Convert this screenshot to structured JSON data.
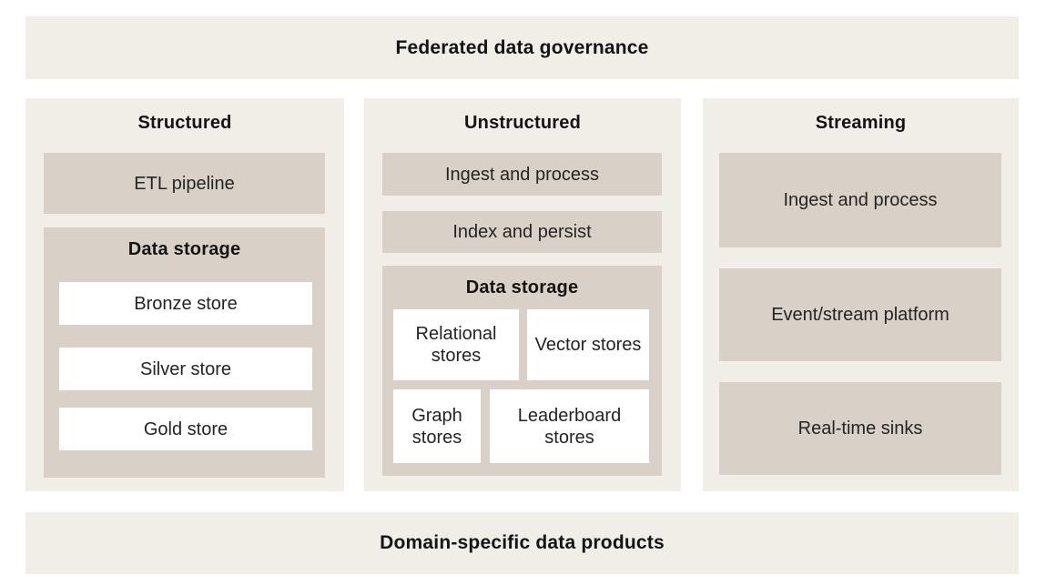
{
  "colors": {
    "page_background": "#ffffff",
    "panel_background": "#f1ede7",
    "box_background": "#d9d1c7",
    "inner_box_background": "#ffffff",
    "text": "#242424",
    "heading_text": "#141414"
  },
  "banners": {
    "top": "Federated data governance",
    "bottom": "Domain-specific data products"
  },
  "columns": {
    "structured": {
      "title": "Structured",
      "etl": "ETL pipeline",
      "storage_title": "Data storage",
      "stores": [
        "Bronze store",
        "Silver store",
        "Gold store"
      ]
    },
    "unstructured": {
      "title": "Unstructured",
      "ingest": "Ingest and process",
      "index": "Index and persist",
      "storage_title": "Data storage",
      "stores": [
        "Relational stores",
        "Vector stores",
        "Graph stores",
        "Leaderboard stores"
      ]
    },
    "streaming": {
      "title": "Streaming",
      "boxes": [
        "Ingest and process",
        "Event/stream platform",
        "Real-time sinks"
      ]
    }
  }
}
